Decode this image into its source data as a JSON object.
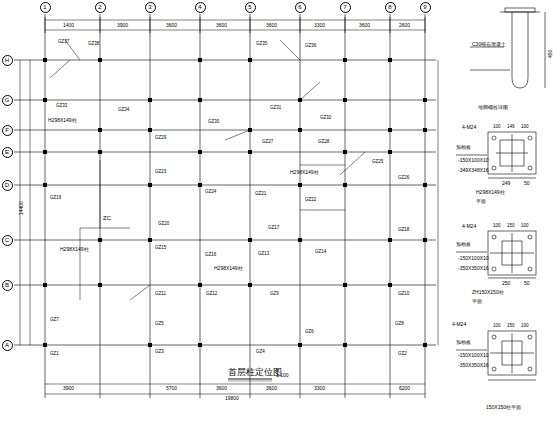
{
  "diagram": {
    "title": "首层柱定位图",
    "nodes": [
      {
        "text": [
          "1"
        ]
      },
      {
        "text": [
          "2"
        ]
      },
      {
        "text": [
          "3"
        ]
      },
      {
        "text": [
          "4"
        ]
      },
      {
        "text": [
          "5"
        ]
      },
      {
        "text": [
          "6"
        ]
      },
      {
        "text": [
          "7"
        ]
      },
      {
        "text": [
          "8"
        ]
      },
      {
        "text": [
          "9"
        ]
      },
      {
        "text": [
          "H"
        ]
      },
      {
        "text": [
          "G"
        ]
      },
      {
        "text": [
          "F"
        ]
      },
      {
        "text": [
          "E"
        ]
      },
      {
        "text": [
          "D"
        ]
      },
      {
        "text": [
          "C"
        ]
      },
      {
        "text": [
          "B"
        ]
      },
      {
        "text": [
          "A"
        ]
      }
    ],
    "labels": [
      "1:100",
      "C30细石混凝土",
      "450",
      "地脚螺栓详图",
      "4-M24",
      "100",
      "149",
      "100",
      "加劲板",
      "-150X100X10",
      "-349X348X16",
      "249",
      "50",
      "H298X149柱",
      "平面",
      "4-M24",
      "100",
      "150",
      "100",
      "加劲板",
      "-150X100X10",
      "-350X350X16",
      "250",
      "50",
      "ZH150X150柱",
      "平面",
      "4-M24",
      "100",
      "150",
      "100",
      "加劲板",
      "-150X100X10",
      "-350X350X16",
      "150X150柱平面",
      "ZC",
      "H298X149柱",
      "H298X149柱",
      "H298X149柱",
      "H298X149柱",
      "1400",
      "3900",
      "3600",
      "3600",
      "3600",
      "3300",
      "3600",
      "2600",
      "3900",
      "5700",
      "3600",
      "3600",
      "3300",
      "6200",
      "19800",
      "14400",
      "GZ37",
      "GZ38",
      "GZ35",
      "GZ36",
      "GZ33",
      "GZ34",
      "GZ31",
      "GZ32",
      "GZ29",
      "GZ30",
      "GZ27",
      "GZ28",
      "GZ25",
      "GZ26",
      "GZ23",
      "GZ24",
      "GZ21",
      "GZ22",
      "GZ19",
      "GZ20",
      "GZ17",
      "GZ18",
      "GZ15",
      "GZ16",
      "GZ13",
      "GZ14",
      "GZ11",
      "GZ12",
      "GZ9",
      "GZ10",
      "GZ7",
      "GZ8",
      "GZ5",
      "GZ6",
      "GZ3",
      "GZ4",
      "GZ1",
      "GZ2"
    ]
  }
}
